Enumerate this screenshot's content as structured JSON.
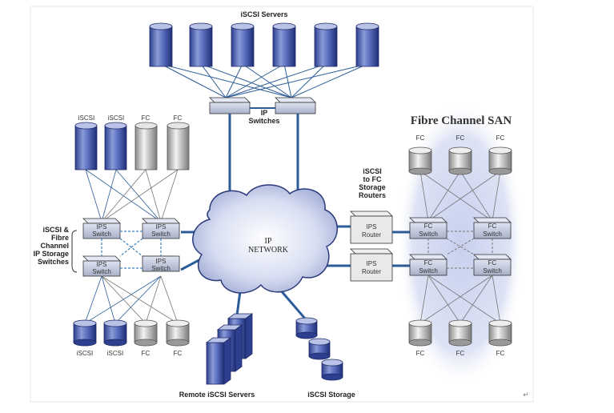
{
  "title": "iSCSI Servers",
  "switch_group": {
    "top_label": "IP",
    "bottom_label": "Switches"
  },
  "storage_top_labels": [
    "iSCSI",
    "iSCSI",
    "FC",
    "FC"
  ],
  "storage_bottom_labels": [
    "iSCSI",
    "iSCSI",
    "FC",
    "FC"
  ],
  "side_label": [
    "iSCSI &",
    "Fibre",
    "Channel",
    "IP Storage",
    "Switches"
  ],
  "ips_switch": {
    "line1": "IPS",
    "line2": "Switch"
  },
  "network": {
    "line1": "IP",
    "line2": "NETWORK"
  },
  "router_caption": [
    "iSCSI",
    "to FC",
    "Storage",
    "Routers"
  ],
  "ips_router": {
    "line1": "IPS",
    "line2": "Router"
  },
  "fc_san": {
    "title": "Fibre Channel SAN",
    "top_labels": [
      "FC",
      "FC",
      "FC"
    ],
    "bottom_labels": [
      "FC",
      "FC",
      "FC"
    ],
    "fc_switch": {
      "line1": "FC",
      "line2": "Switch"
    }
  },
  "remote_servers_label": "Remote iSCSI Servers",
  "iscsi_storage_label": "iSCSI Storage",
  "return_mark": "↵"
}
